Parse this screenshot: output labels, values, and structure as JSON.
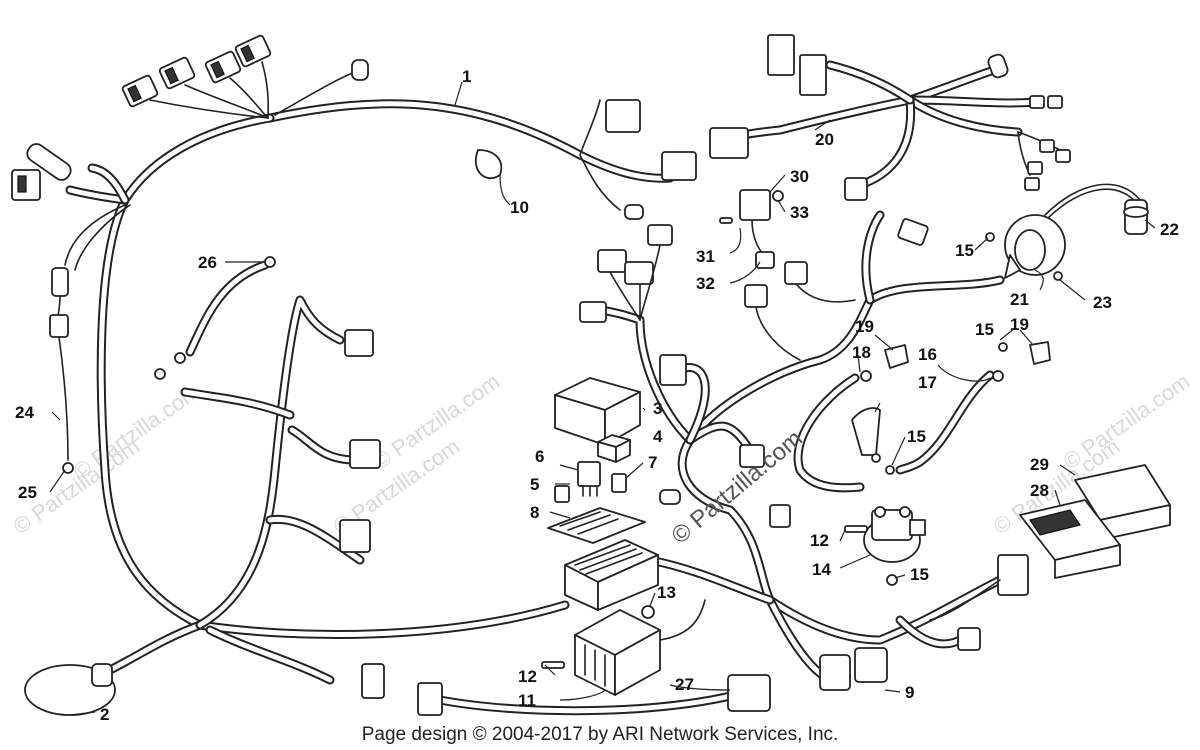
{
  "callouts": [
    {
      "id": "c1",
      "label": "1"
    },
    {
      "id": "c2",
      "label": "2"
    },
    {
      "id": "c3",
      "label": "3"
    },
    {
      "id": "c4",
      "label": "4"
    },
    {
      "id": "c5",
      "label": "5"
    },
    {
      "id": "c6",
      "label": "6"
    },
    {
      "id": "c7",
      "label": "7"
    },
    {
      "id": "c8",
      "label": "8"
    },
    {
      "id": "c9",
      "label": "9"
    },
    {
      "id": "c10",
      "label": "10"
    },
    {
      "id": "c11",
      "label": "11"
    },
    {
      "id": "c12a",
      "label": "12"
    },
    {
      "id": "c12b",
      "label": "12"
    },
    {
      "id": "c13",
      "label": "13"
    },
    {
      "id": "c14",
      "label": "14"
    },
    {
      "id": "c15a",
      "label": "15"
    },
    {
      "id": "c15b",
      "label": "15"
    },
    {
      "id": "c15c",
      "label": "15"
    },
    {
      "id": "c15d",
      "label": "15"
    },
    {
      "id": "c16",
      "label": "16"
    },
    {
      "id": "c17",
      "label": "17"
    },
    {
      "id": "c18",
      "label": "18"
    },
    {
      "id": "c19a",
      "label": "19"
    },
    {
      "id": "c19b",
      "label": "19"
    },
    {
      "id": "c20",
      "label": "20"
    },
    {
      "id": "c21",
      "label": "21"
    },
    {
      "id": "c22",
      "label": "22"
    },
    {
      "id": "c23",
      "label": "23"
    },
    {
      "id": "c24",
      "label": "24"
    },
    {
      "id": "c25",
      "label": "25"
    },
    {
      "id": "c26",
      "label": "26"
    },
    {
      "id": "c27",
      "label": "27"
    },
    {
      "id": "c28",
      "label": "28"
    },
    {
      "id": "c29",
      "label": "29"
    },
    {
      "id": "c30",
      "label": "30"
    },
    {
      "id": "c31",
      "label": "31"
    },
    {
      "id": "c32",
      "label": "32"
    },
    {
      "id": "c33",
      "label": "33"
    }
  ],
  "watermarks": {
    "center": "© Partzilla.com",
    "small": "© Partzilla.com"
  },
  "footer": "Page design © 2004-2017 by ARI Network Services, Inc."
}
